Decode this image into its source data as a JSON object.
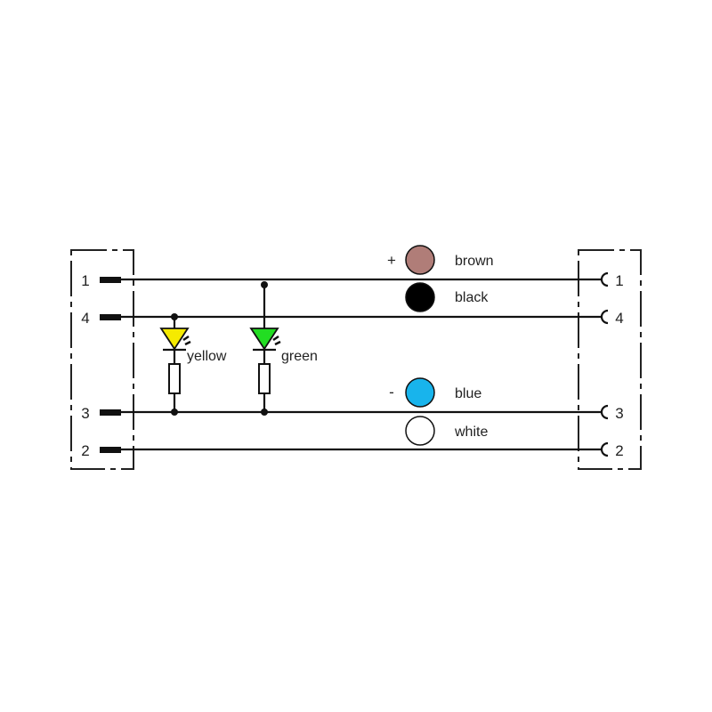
{
  "left_connector": {
    "pins": [
      {
        "num": "1"
      },
      {
        "num": "4"
      },
      {
        "num": "3"
      },
      {
        "num": "2"
      }
    ]
  },
  "right_connector": {
    "pins": [
      {
        "num": "1"
      },
      {
        "num": "4"
      },
      {
        "num": "3"
      },
      {
        "num": "2"
      }
    ]
  },
  "leds": [
    {
      "label": "yellow",
      "color": "#f5ea00"
    },
    {
      "label": "green",
      "color": "#22dd22"
    }
  ],
  "wires": [
    {
      "color_name": "brown",
      "sign": "+",
      "color": "#b07d78"
    },
    {
      "color_name": "black",
      "sign": "",
      "color": "#000000"
    },
    {
      "color_name": "blue",
      "sign": "-",
      "color": "#18b4ec"
    },
    {
      "color_name": "white",
      "sign": "",
      "color": "#ffffff"
    }
  ]
}
